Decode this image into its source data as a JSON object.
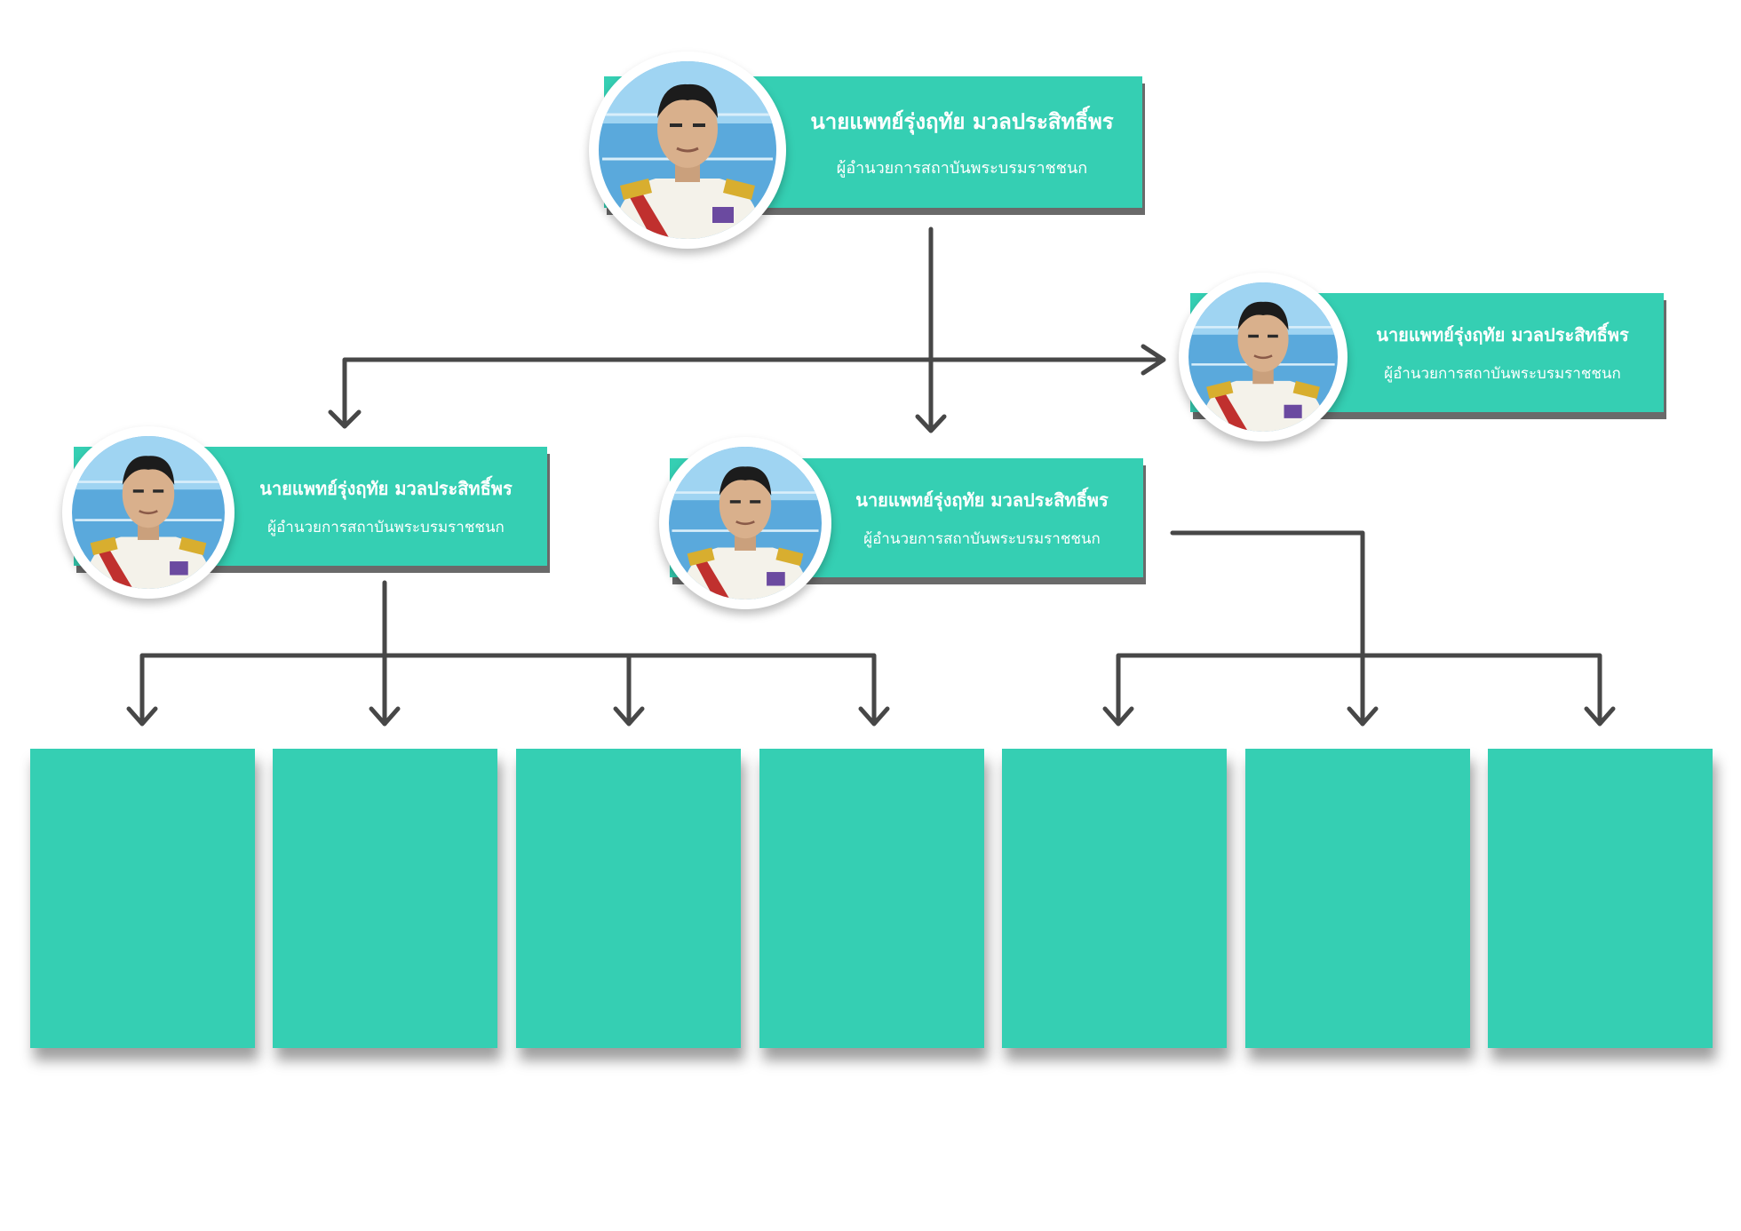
{
  "colors": {
    "card": "#35cfb3",
    "connector": "#474747",
    "shadow": "#6a6a6a"
  },
  "nodes": [
    {
      "name": "นายแพทย์รุ่งฤทัย มวลประสิทธิ์พร",
      "title": "ผู้อำนวยการสถาบันพระบรมราชชนก",
      "avatar_icon": "person-photo-icon"
    },
    {
      "name": "นายแพทย์รุ่งฤทัย มวลประสิทธิ์พร",
      "title": "ผู้อำนวยการสถาบันพระบรมราชชนก",
      "avatar_icon": "person-photo-icon"
    },
    {
      "name": "นายแพทย์รุ่งฤทัย มวลประสิทธิ์พร",
      "title": "ผู้อำนวยการสถาบันพระบรมราชชนก",
      "avatar_icon": "person-photo-icon"
    },
    {
      "name": "นายแพทย์รุ่งฤทัย มวลประสิทธิ์พร",
      "title": "ผู้อำนวยการสถาบันพระบรมราชชนก",
      "avatar_icon": "person-photo-icon"
    }
  ],
  "empty_boxes": 7
}
